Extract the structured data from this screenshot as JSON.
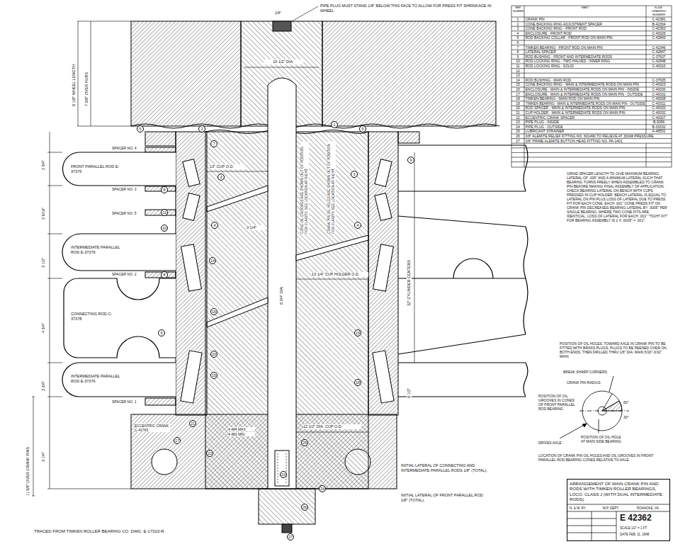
{
  "diagram": {
    "nodes": [
      {
        "text": [
          "ARRANGEMENT OF MAIN CRANK PIN AND RODS WITH TIMKEN ROLLER BEARINGS, LOCO. CLASS J (WITH DUAL INTERMEDIATE RODS).",
          "N. & W. RY.",
          "M.P. DEPT.",
          "ROANOKE, VA.",
          "E 42362",
          "SCALE 1/2\" = 1 FT",
          "DATE FEB. 11, 1948"
        ]
      }
    ],
    "labels": [
      "PART NUMBER",
      "PART",
      "N.&W. DRAWING NUMBER",
      "1",
      "CRANK PIN",
      "C-42381",
      "2",
      "CONE BACKING RING ADJUSTMENT SPACER",
      "B-42364",
      "3",
      "CONE BACKING RING - FRONT ROD",
      "C-42363",
      "4",
      "ENCLOSURE - FRONT ROD",
      "C-40026",
      "5",
      "ROD BACKING COLLAR - FRONT ROD ON MAIN PIN",
      "C-42843",
      "6",
      "7",
      "TIMKEN BEARING - FRONT ROD ON MAIN PIN",
      "C-42346",
      "8",
      "LATERAL SPACER",
      "C-42847",
      "9",
      "ROD BUSHING - FRONT AND INTERMEDIATE RODS",
      "C-37637",
      "10",
      "ROD LOCKING RING - TWO HALVES - INNER RING",
      "C-42848",
      "11",
      "ROD LOCKING RING - SOLID",
      "C-40010",
      "12",
      "13",
      "14",
      "ROD BUSHING - MAIN ROD",
      "C-37635",
      "15",
      "CONE BACKING RING - MAIN & INTERMEDIATE RODS ON MAIN PIN",
      "C-40023",
      "16",
      "ENCLOSURE - MAIN & INTERMEDIATE RODS ON MAIN PIN - INSIDE",
      "C-40030",
      "17",
      "ENCLOSURE - MAIN & INTERMEDIATE RODS ON MAIN PIN - OUTSIDE",
      "C-40031",
      "18",
      "TIMKEN BEARING - MAIN ROD ON MAIN PIN",
      "C-40008",
      "19",
      "TIMKEN BEARING - MAIN & INTERMEDIATE RODS ON MAIN PIN - OUTSIDE",
      "C-40011",
      "20",
      "ROD SPACER - MAIN & INTERMEDIATE RODS ON MAIN PIN",
      "C-40033",
      "21",
      "CUP HOLDER - MAIN & INTERMEDIATE RODS ON MAIN PIN",
      "C-40032",
      "22",
      "ECCENTRIC CRANK SPACER",
      "C-40027",
      "23",
      "PIPE PLUG - INSIDE",
      "B-9396",
      "24",
      "PIPE PLUG - OUTSIDE",
      "B-33332",
      "25",
      "LUBRICANT STRAINER",
      "A-48551",
      "26",
      "3/8\" ALEMITE RELIEF FITTING NO. 601490 TO RELIEVE AT 3000# PRESSURE",
      "27",
      "3/8\" PRIME ALEMITE BUTTON HEAD FITTING NO. PA-1401",
      "PIPE PLUG MUST STAND 1/8\" BELOW THIS FACE TO ALLOW FOR PRESS FIT SHRINKAGE IN WHEEL",
      "1/8\"",
      "10 1/2\" DIA.",
      "8 1/8\" WHEEL LENGTH",
      "7 3/8\" OVER HUBS",
      "FRONT PARALLEL ROD E-37376",
      "INTERMEDIATE PARALLEL ROD E-37376",
      "CONNECTING ROD C-37378",
      "INTERMEDIATE PARALLEL ROD E-37376",
      "ECCENTRIC CRANK C-41765",
      "SPACER NO. 4",
      "SPACER NO. 3",
      "SPACER NO. 5",
      "SPACER NO. 2",
      "SPACER NO. 1",
      "13\" CUP O.D.",
      "3 1/4\"",
      "8 3/4\" DIA.",
      "13 1/4\" CUP HOLDER O.D.",
      "12 1/2\" DIA. CUP O.D.",
      "4.484 MAX",
      "4.482 MIN",
      "CONE OIL GROOVES ARE SHOWN OUT OF POSITION FOR CLARITY. SEE LOCATION AT RIGHT.",
      "CRANK PIN OIL HOLES ARE SHOWN OUT OF POSITION FOR CLARITY. SEE LOCATION AT RIGHT.",
      "2 3/4\"",
      "2 9/16\"",
      "3 1/2\"",
      "4 3/4\"",
      "3 3/4\"",
      "3 1/4\"",
      "11 5/8\" OVER CRANK PINS",
      "32\" CYLINDER CENTERS",
      "9 1/2\"",
      "INITIAL LATERAL OF CONNECTING AND INTERMEDIATE PARALLEL RODS 1/8\" (TOTAL).",
      "INITIAL LATERAL OF FRONT PARALLEL ROD 1/8\" (TOTAL).",
      "TRACED FROM TIMKEN ROLLER BEARING CO. DWG. E-17310-R",
      "GRIND SPACER LENGTH TO GIVE MAXIMUM BEARING LATERAL OF .005\" AND A MINIMUM LATERAL SUCH THAT BEARING TURNS FREELY WHEN ASSEMBLED TO CRANK PIN BEFORE MAKING FINAL ASSEMBLY OF APPLICATION. CHECK BEARING LATERAL ON BENCH WITH CUPS PRESSED IN CUP HOLDER. BENCH LATERAL IS EQUAL TO LATERAL ON PIN PLUS LOSS OF LATERAL DUE TO PRESS FIT FOR EACH CONE. EACH .001\" CONE PRESS FIT ON CRANK PIN DECREASES BEARING LATERAL BY .0005\" PER SINGLE BEARING. WHERE TWO CONE FITS ARE IDENTICAL, LOSS OF LATERAL FOR EACH .001\" \"TIGHT FIT\" FOR BEARING ASSEMBLY IS 2 X .0005\" = .001\".",
      "POSITION OF OIL HOLES, TOWARD AXLE IN CRANK PIN TO BE FITTED WITH BRASS PLUGS; PLUGS TO BE PEENED OVER ON BOTH ENDS, THEN DRILLED THRU 1/8\" DIA. MAIN 5/16\"-3/32\" MAIN",
      "BREAK SHARP CORNERS",
      "CRANK PIN RADIUS",
      "POSITION OF OIL GROOVES IN CONES OF FRONT PARALLEL ROD BEARING",
      "60°",
      "30°",
      "POSITION OF OIL HOLE AT MAIN SIDE BEARING",
      "DRIVES AXLE",
      "LOCATION OF CRANK PIN OIL HOLES AND OIL GROOVES IN FRONT PARALLEL ROD BEARING CONES RELATIVE TO AXLE.",
      "5",
      "2",
      "7",
      "3",
      "8",
      "11",
      "4",
      "10",
      "14",
      "8",
      "16",
      "9",
      "20",
      "15",
      "17",
      "21",
      "22",
      "1",
      "5",
      "3",
      "9",
      "4",
      "19",
      "18",
      "25",
      "23",
      "24",
      "26",
      "27"
    ]
  }
}
